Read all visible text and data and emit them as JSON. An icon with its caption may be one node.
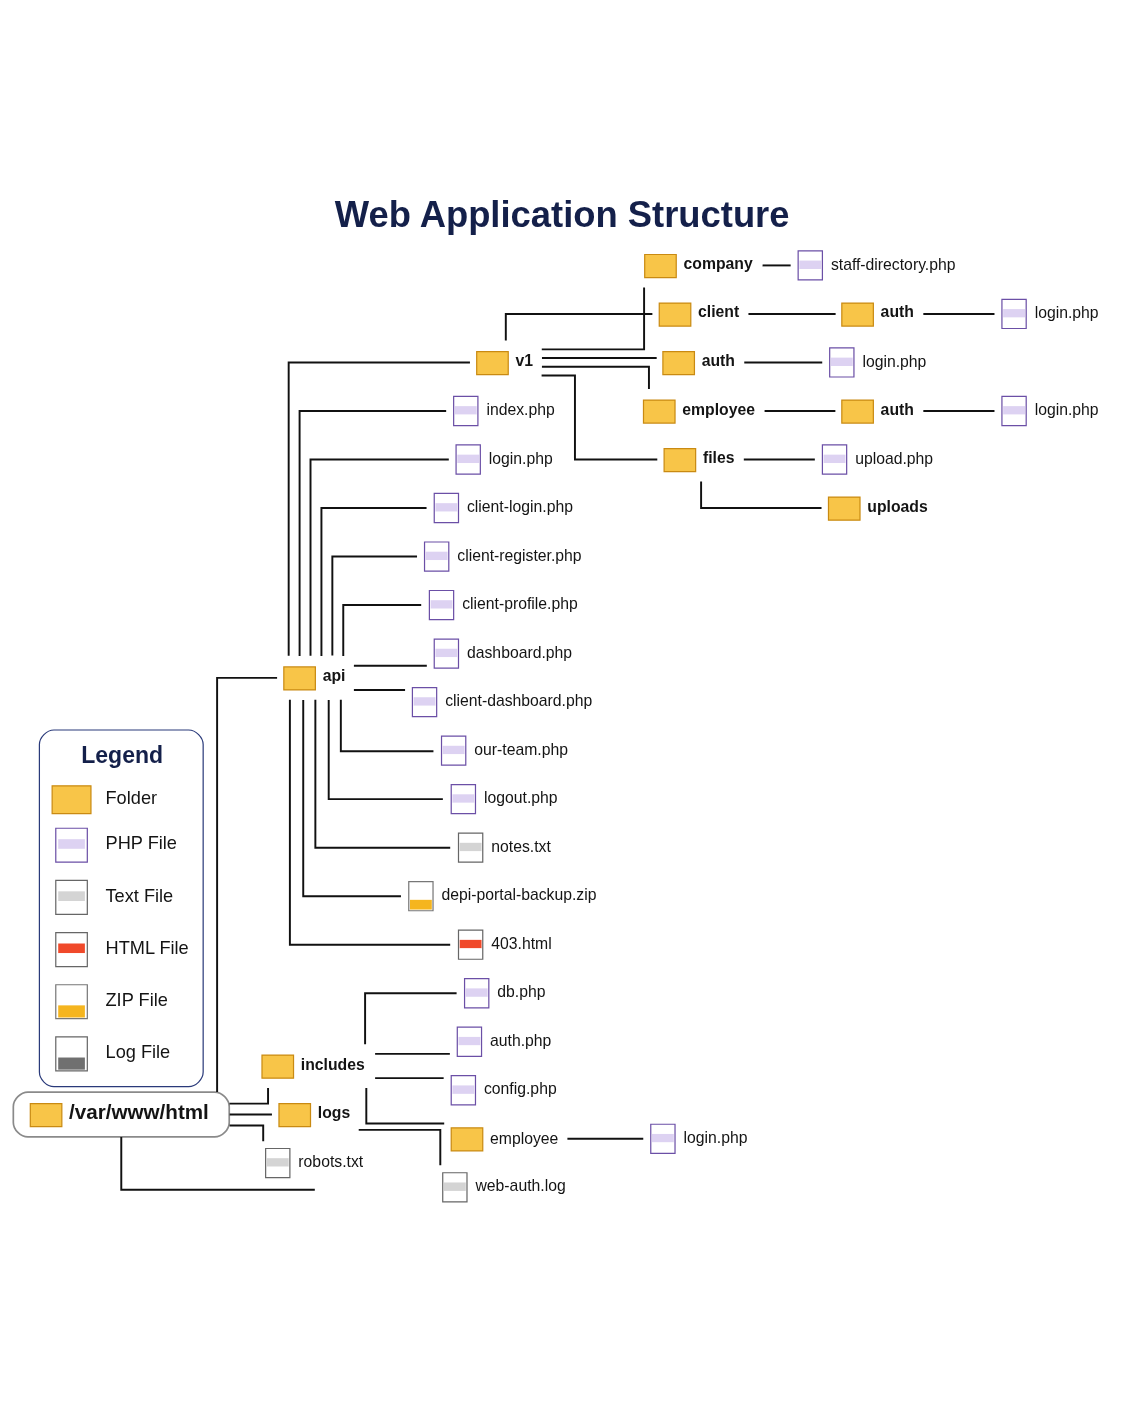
{
  "diagram": {
    "title": "Web Application Structure",
    "nodes": [
      {
        "text": [
          "/var/www/html"
        ]
      },
      {
        "text": [
          "api"
        ]
      },
      {
        "text": [
          "v1"
        ]
      },
      {
        "text": [
          "company"
        ]
      },
      {
        "text": [
          "staff-directory.php"
        ]
      },
      {
        "text": [
          "client"
        ]
      },
      {
        "text": [
          "auth"
        ]
      },
      {
        "text": [
          "login.php"
        ]
      },
      {
        "text": [
          "auth"
        ]
      },
      {
        "text": [
          "login.php"
        ]
      },
      {
        "text": [
          "employee"
        ]
      },
      {
        "text": [
          "auth"
        ]
      },
      {
        "text": [
          "login.php"
        ]
      },
      {
        "text": [
          "files"
        ]
      },
      {
        "text": [
          "upload.php"
        ]
      },
      {
        "text": [
          "uploads"
        ]
      },
      {
        "text": [
          "index.php"
        ]
      },
      {
        "text": [
          "login.php"
        ]
      },
      {
        "text": [
          "client-login.php"
        ]
      },
      {
        "text": [
          "client-register.php"
        ]
      },
      {
        "text": [
          "client-profile.php"
        ]
      },
      {
        "text": [
          "dashboard.php"
        ]
      },
      {
        "text": [
          "client-dashboard.php"
        ]
      },
      {
        "text": [
          "our-team.php"
        ]
      },
      {
        "text": [
          "logout.php"
        ]
      },
      {
        "text": [
          "notes.txt"
        ]
      },
      {
        "text": [
          "depi-portal-backup.zip"
        ]
      },
      {
        "text": [
          "403.html"
        ]
      },
      {
        "text": [
          "includes"
        ]
      },
      {
        "text": [
          "db.php"
        ]
      },
      {
        "text": [
          "auth.php"
        ]
      },
      {
        "text": [
          "config.php"
        ]
      },
      {
        "text": [
          "employee"
        ]
      },
      {
        "text": [
          "login.php"
        ]
      },
      {
        "text": [
          "logs"
        ]
      },
      {
        "text": [
          "web-auth.log"
        ]
      },
      {
        "text": [
          "robots.txt"
        ]
      }
    ],
    "edges": [
      {
        "from": 0,
        "to": 1,
        "arrow": "none"
      },
      {
        "from": 0,
        "to": 28,
        "arrow": "none"
      },
      {
        "from": 0,
        "to": 34,
        "arrow": "none"
      },
      {
        "from": 0,
        "to": 36,
        "arrow": "none"
      },
      {
        "from": 0,
        "to": null,
        "arrow": "none"
      },
      {
        "from": 1,
        "to": 2,
        "arrow": "none"
      },
      {
        "from": 2,
        "to": 3,
        "arrow": "none"
      },
      {
        "from": 3,
        "to": 4,
        "arrow": "none"
      },
      {
        "from": 2,
        "to": 5,
        "arrow": "none"
      },
      {
        "from": 5,
        "to": 6,
        "arrow": "none"
      },
      {
        "from": 6,
        "to": 7,
        "arrow": "none"
      },
      {
        "from": 2,
        "to": 8,
        "arrow": "none"
      },
      {
        "from": 8,
        "to": 9,
        "arrow": "none"
      },
      {
        "from": 2,
        "to": 10,
        "arrow": "none"
      },
      {
        "from": 10,
        "to": 11,
        "arrow": "none"
      },
      {
        "from": 11,
        "to": 12,
        "arrow": "none"
      },
      {
        "from": 2,
        "to": 13,
        "arrow": "none"
      },
      {
        "from": 13,
        "to": 14,
        "arrow": "none"
      },
      {
        "from": 13,
        "to": 15,
        "arrow": "none"
      },
      {
        "from": 1,
        "to": 16,
        "arrow": "none"
      },
      {
        "from": 1,
        "to": 17,
        "arrow": "none"
      },
      {
        "from": 1,
        "to": 18,
        "arrow": "none"
      },
      {
        "from": 1,
        "to": 19,
        "arrow": "none"
      },
      {
        "from": 1,
        "to": 20,
        "arrow": "none"
      },
      {
        "from": 1,
        "to": 21,
        "arrow": "none"
      },
      {
        "from": 1,
        "to": 22,
        "arrow": "none"
      },
      {
        "from": 1,
        "to": 23,
        "arrow": "none"
      },
      {
        "from": 1,
        "to": 24,
        "arrow": "none"
      },
      {
        "from": 1,
        "to": 25,
        "arrow": "none"
      },
      {
        "from": 1,
        "to": 26,
        "arrow": "none"
      },
      {
        "from": 1,
        "to": 27,
        "arrow": "none"
      },
      {
        "from": 28,
        "to": 29,
        "arrow": "none"
      },
      {
        "from": 28,
        "to": 30,
        "arrow": "none"
      },
      {
        "from": 28,
        "to": 31,
        "arrow": "none"
      },
      {
        "from": 28,
        "to": 32,
        "arrow": "none"
      },
      {
        "from": 32,
        "to": 33,
        "arrow": "none"
      },
      {
        "from": 34,
        "to": 35,
        "arrow": "none"
      }
    ],
    "labels": [
      "Legend"
    ],
    "legend": [
      {
        "text": "Folder"
      },
      {
        "text": "PHP File"
      },
      {
        "text": "Text File"
      },
      {
        "text": "HTML File"
      },
      {
        "text": "ZIP File"
      },
      {
        "text": "Log File"
      }
    ]
  }
}
